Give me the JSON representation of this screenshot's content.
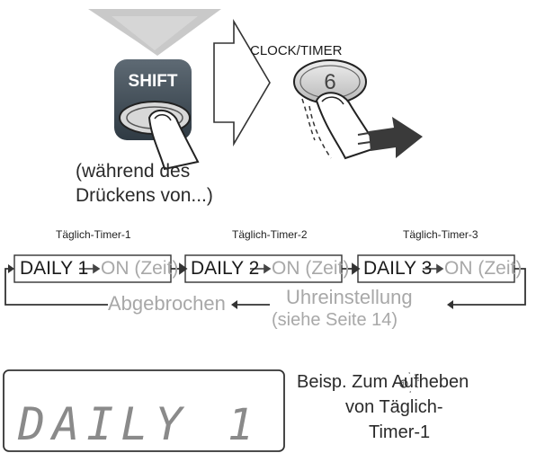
{
  "shift_label": "SHIFT",
  "clock_timer_label": "CLOCK/TIMER",
  "clock_button_number": "6",
  "note_line1": "(während des",
  "note_line2": "Drückens von...)",
  "timers": [
    {
      "caption": "Täglich-Timer-1",
      "daily": "DAILY 1",
      "on": "ON (Zeit)"
    },
    {
      "caption": "Täglich-Timer-2",
      "daily": "DAILY 2",
      "on": "ON (Zeit)"
    },
    {
      "caption": "Täglich-Timer-3",
      "daily": "DAILY 3",
      "on": "ON (Zeit)"
    }
  ],
  "cancelled_label": "Abgebrochen",
  "clock_setting_label": "Uhreinstellung",
  "see_page_label": "(siehe Seite 14)",
  "display": {
    "text": "DAILY",
    "number": "1",
    "badge_number": "1"
  },
  "example_line1": "Beisp. Zum Aufheben",
  "example_line2": "von Täglich-",
  "example_line3": "Timer-1"
}
